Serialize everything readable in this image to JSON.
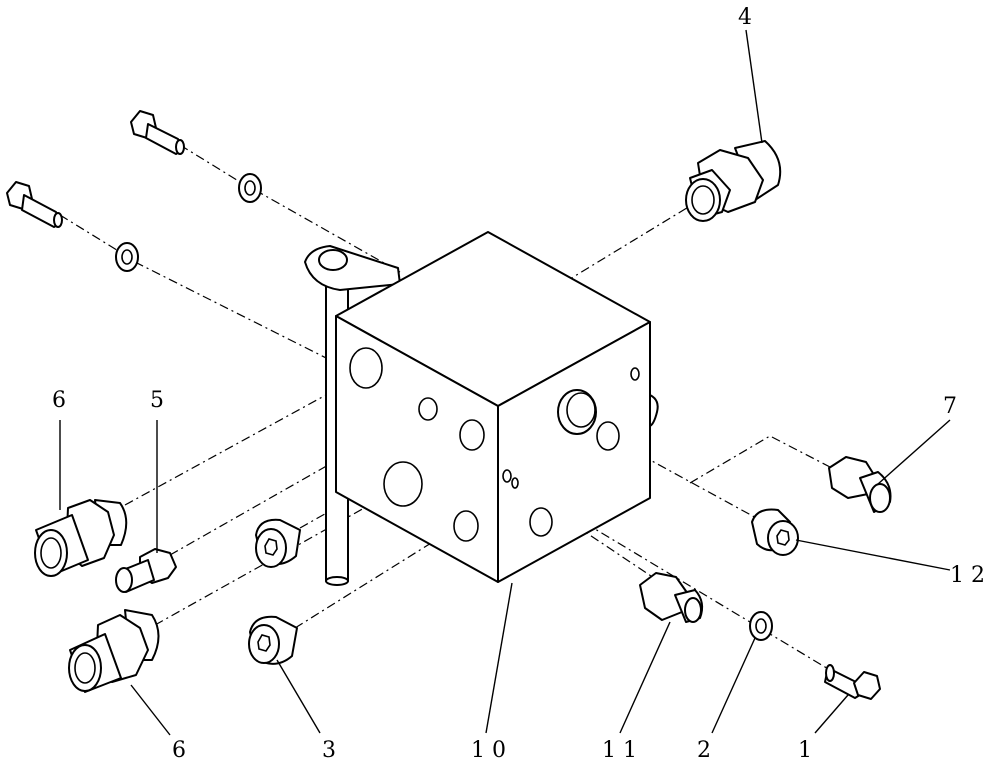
{
  "callouts": {
    "c4": "4",
    "c6_top": "6",
    "c5": "5",
    "c7": "7",
    "c12": "1 2",
    "c6_bottom": "6",
    "c3": "3",
    "c10": "1 0",
    "c11": "1 1",
    "c2": "2",
    "c1": "1"
  }
}
